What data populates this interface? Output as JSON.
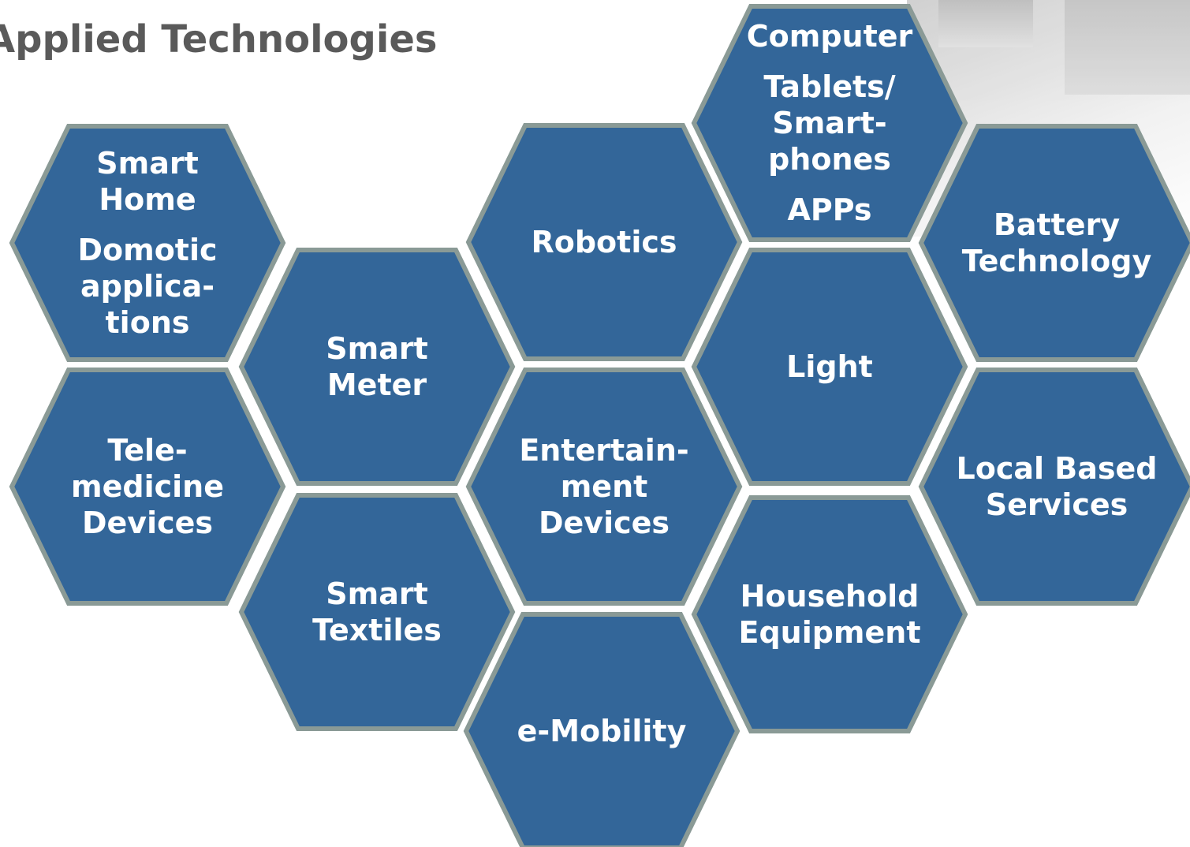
{
  "title": "Applied Technologies",
  "colors": {
    "hex_fill": "#336699",
    "hex_border": "#8a9a96",
    "title_text": "#5a5a5a",
    "hex_text": "#ffffff"
  },
  "hexagons": [
    {
      "id": "smart-home",
      "lines": [
        "Smart",
        "Home",
        "",
        "Domotic",
        "applica-",
        "tions"
      ]
    },
    {
      "id": "tele-medicine",
      "lines": [
        "Tele-",
        "medicine",
        "Devices"
      ]
    },
    {
      "id": "smart-meter",
      "lines": [
        "Smart",
        "Meter"
      ]
    },
    {
      "id": "smart-textiles",
      "lines": [
        "Smart",
        "Textiles"
      ]
    },
    {
      "id": "robotics",
      "lines": [
        "Robotics"
      ]
    },
    {
      "id": "entertainment",
      "lines": [
        "Entertain-",
        "ment",
        "Devices"
      ]
    },
    {
      "id": "e-mobility",
      "lines": [
        "e-Mobility"
      ]
    },
    {
      "id": "computer",
      "lines": [
        "Computer",
        "",
        "Tablets/",
        "Smart-",
        "phones",
        "",
        "APPs"
      ]
    },
    {
      "id": "light",
      "lines": [
        "Light"
      ]
    },
    {
      "id": "household",
      "lines": [
        "Household",
        "Equipment"
      ]
    },
    {
      "id": "battery",
      "lines": [
        "Battery",
        "Technology"
      ]
    },
    {
      "id": "local-based",
      "lines": [
        "Local Based",
        "Services"
      ]
    }
  ]
}
